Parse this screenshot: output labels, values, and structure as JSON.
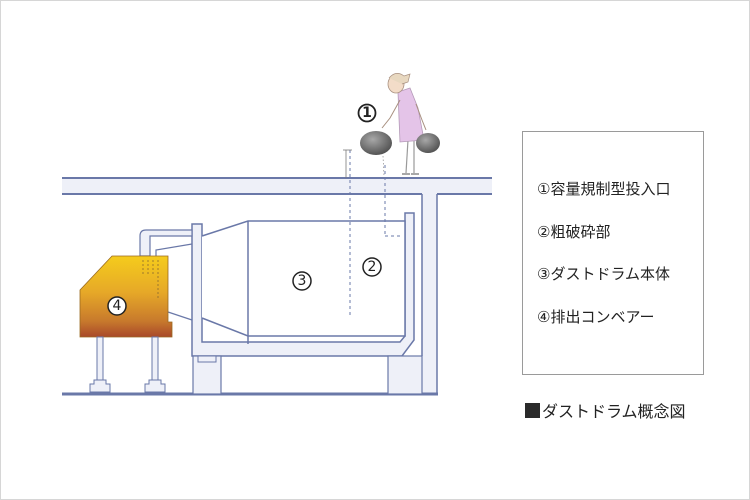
{
  "diagram": {
    "title": "ダストドラム概念図",
    "callouts": {
      "c1": "1",
      "c2": "2",
      "c3": "3",
      "c4": "4"
    },
    "legend": [
      {
        "marker": "①",
        "label": "容量規制型投入口"
      },
      {
        "marker": "②",
        "label": "粗破砕部"
      },
      {
        "marker": "③",
        "label": "ダストドラム本体"
      },
      {
        "marker": "④",
        "label": "排出コンベアー"
      }
    ],
    "colors": {
      "line": "#6a78a8",
      "fill_light": "#eef0f8",
      "conveyor_top": "#f2c21a",
      "conveyor_mid": "#e0a025",
      "conveyor_bottom": "#b4502a",
      "dress": "#e4c4e8",
      "rock": "#6f6f6f"
    }
  }
}
